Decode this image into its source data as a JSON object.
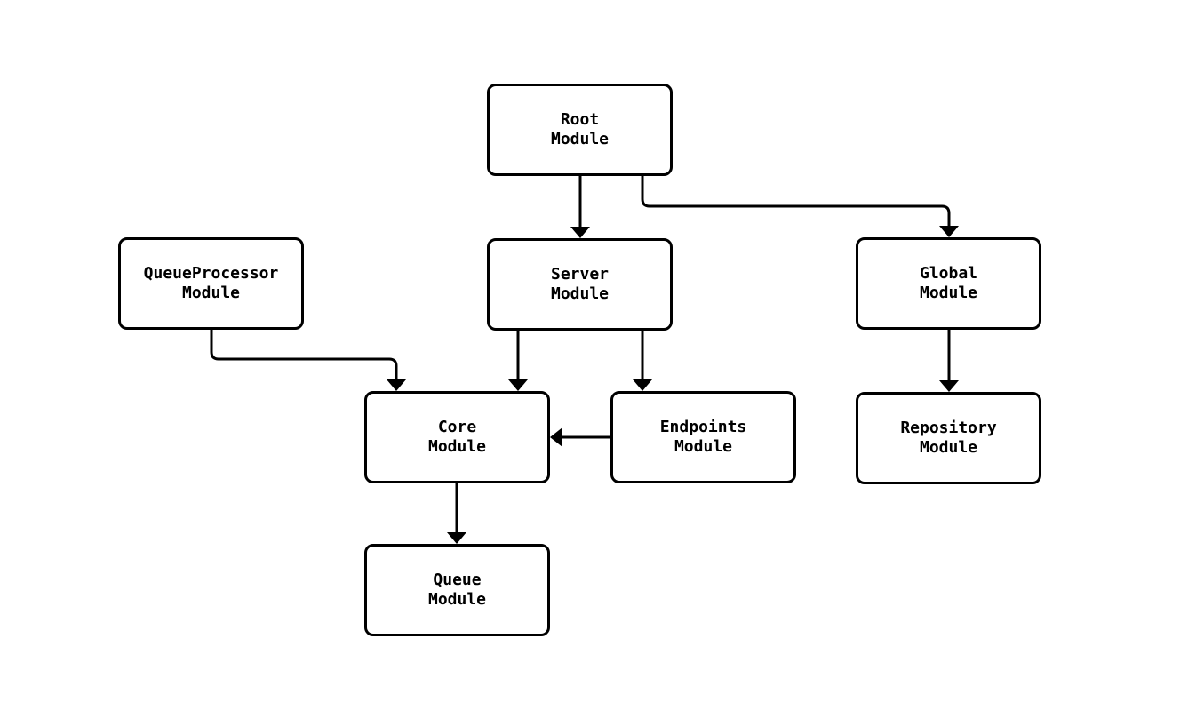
{
  "diagram": {
    "type": "flowchart",
    "background_color": "#ffffff",
    "node_fill_color": "#ffffff",
    "stroke_color": "#000000",
    "nodes": {
      "root": {
        "label": "Root\nModule"
      },
      "queueprocessor": {
        "label": "QueueProcessor\nModule"
      },
      "server": {
        "label": "Server\nModule"
      },
      "global": {
        "label": "Global\nModule"
      },
      "core": {
        "label": "Core\nModule"
      },
      "endpoints": {
        "label": "Endpoints\nModule"
      },
      "repository": {
        "label": "Repository\nModule"
      },
      "queue": {
        "label": "Queue\nModule"
      }
    },
    "edges": [
      {
        "from": "root",
        "to": "server"
      },
      {
        "from": "root",
        "to": "global"
      },
      {
        "from": "queueprocessor",
        "to": "core"
      },
      {
        "from": "server",
        "to": "core"
      },
      {
        "from": "server",
        "to": "endpoints"
      },
      {
        "from": "endpoints",
        "to": "core"
      },
      {
        "from": "global",
        "to": "repository"
      },
      {
        "from": "core",
        "to": "queue"
      }
    ]
  }
}
